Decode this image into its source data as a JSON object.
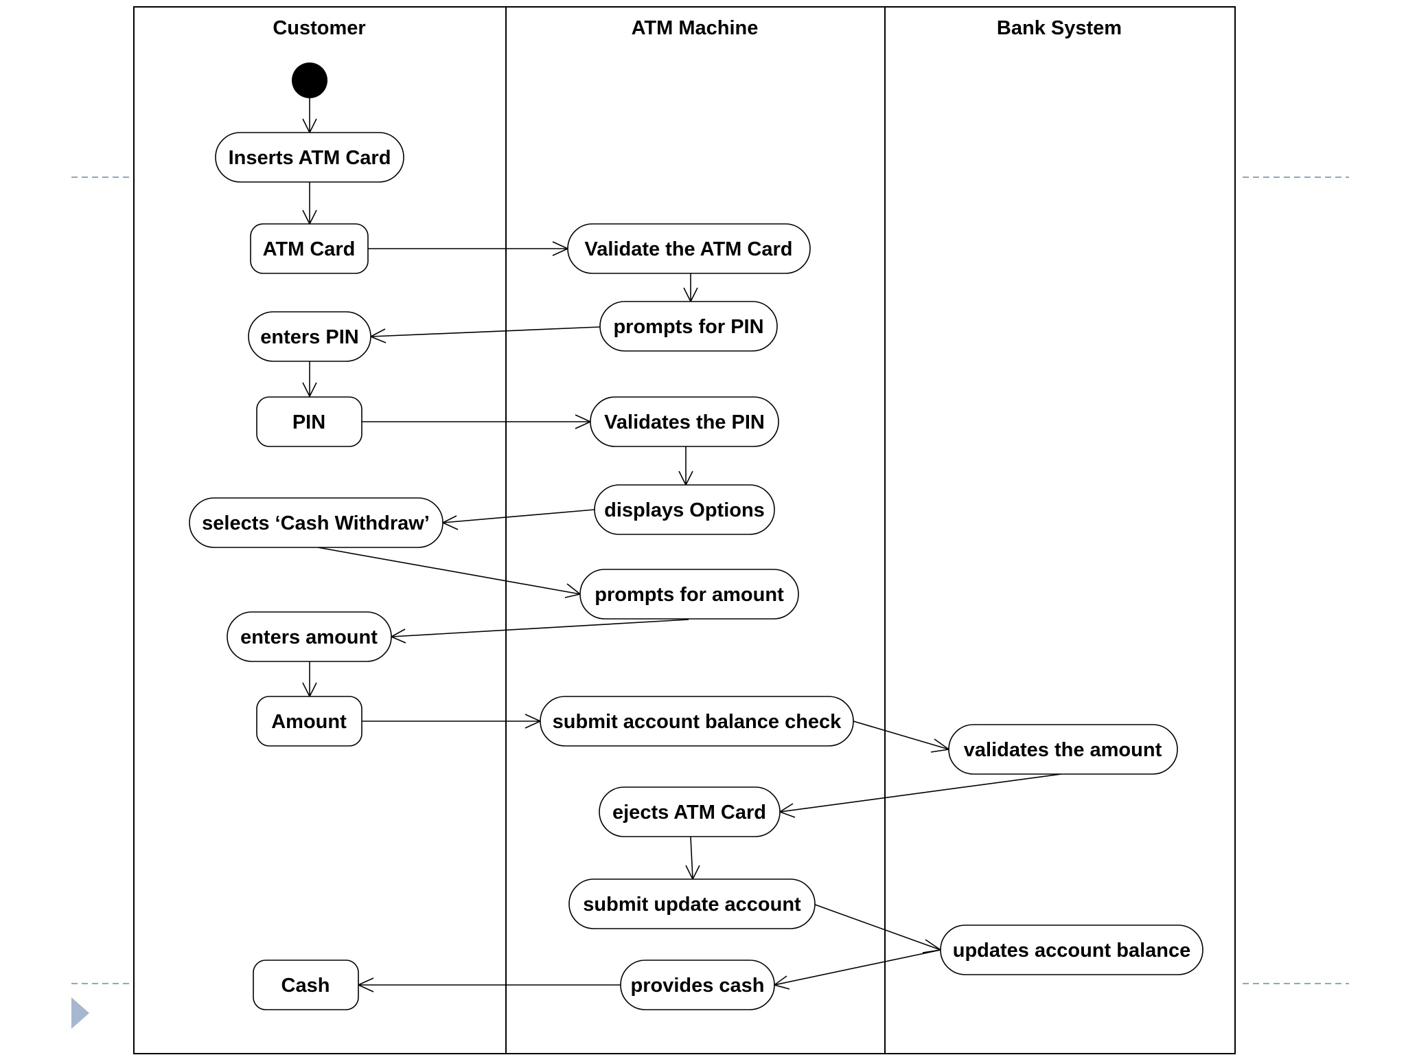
{
  "diagram": {
    "lanes": [
      {
        "id": "customer",
        "title": "Customer"
      },
      {
        "id": "atm",
        "title": "ATM Machine"
      },
      {
        "id": "bank",
        "title": "Bank System"
      }
    ],
    "nodes": [
      {
        "id": "start",
        "kind": "initial",
        "label": ""
      },
      {
        "id": "inserts_card",
        "label": "Inserts ATM Card"
      },
      {
        "id": "atm_card",
        "label": "ATM Card"
      },
      {
        "id": "enters_pin",
        "label": "enters PIN"
      },
      {
        "id": "pin",
        "label": "PIN"
      },
      {
        "id": "selects_cash",
        "label": "selects ‘Cash Withdraw’"
      },
      {
        "id": "enters_amount",
        "label": "enters amount"
      },
      {
        "id": "amount",
        "label": "Amount"
      },
      {
        "id": "cash",
        "label": "Cash"
      },
      {
        "id": "validate_card",
        "label": "Validate the ATM Card"
      },
      {
        "id": "prompts_pin",
        "label": "prompts for PIN"
      },
      {
        "id": "validates_pin",
        "label": "Validates the PIN"
      },
      {
        "id": "displays_options",
        "label": "displays Options"
      },
      {
        "id": "prompts_amount",
        "label": "prompts for amount"
      },
      {
        "id": "submit_balance",
        "label": "submit account balance check"
      },
      {
        "id": "ejects_card",
        "label": "ejects ATM Card"
      },
      {
        "id": "submit_update",
        "label": "submit update account"
      },
      {
        "id": "provides_cash",
        "label": "provides cash"
      },
      {
        "id": "validates_amount",
        "label": "validates the amount"
      },
      {
        "id": "updates_balance",
        "label": "updates account balance"
      }
    ],
    "edges": [
      {
        "from": "start",
        "to": "inserts_card"
      },
      {
        "from": "inserts_card",
        "to": "atm_card"
      },
      {
        "from": "atm_card",
        "to": "validate_card"
      },
      {
        "from": "validate_card",
        "to": "prompts_pin"
      },
      {
        "from": "prompts_pin",
        "to": "enters_pin"
      },
      {
        "from": "enters_pin",
        "to": "pin"
      },
      {
        "from": "pin",
        "to": "validates_pin"
      },
      {
        "from": "validates_pin",
        "to": "displays_options"
      },
      {
        "from": "displays_options",
        "to": "selects_cash"
      },
      {
        "from": "selects_cash",
        "to": "prompts_amount"
      },
      {
        "from": "prompts_amount",
        "to": "enters_amount"
      },
      {
        "from": "enters_amount",
        "to": "amount"
      },
      {
        "from": "amount",
        "to": "submit_balance"
      },
      {
        "from": "submit_balance",
        "to": "validates_amount"
      },
      {
        "from": "validates_amount",
        "to": "ejects_card"
      },
      {
        "from": "ejects_card",
        "to": "submit_update"
      },
      {
        "from": "submit_update",
        "to": "updates_balance"
      },
      {
        "from": "updates_balance",
        "to": "provides_cash"
      },
      {
        "from": "provides_cash",
        "to": "cash"
      }
    ]
  },
  "slide": {
    "bullet_icon": "triangle-bullet-icon",
    "bullet_color": "#a6b8cf",
    "guide_color": "#8fa6c4"
  }
}
